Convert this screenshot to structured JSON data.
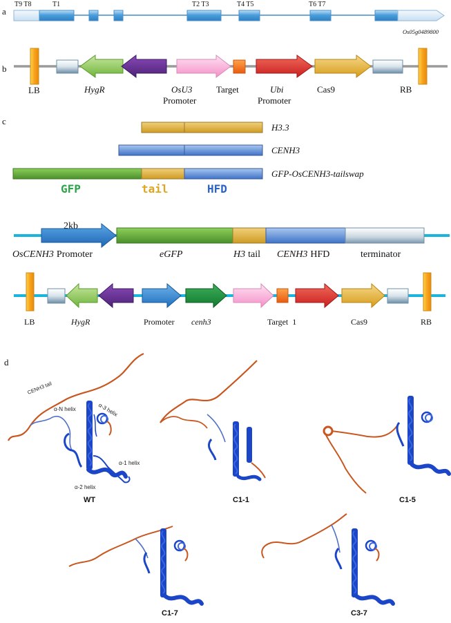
{
  "panels": {
    "a": {
      "letter": "a",
      "target_labels": [
        "T9 T8",
        "T1",
        "T2  T3",
        "T4 T5",
        "T6 T7"
      ],
      "gene_id": "Os05g0489800"
    },
    "b": {
      "letter": "b",
      "labels": {
        "lb": "LB",
        "hygr": "HygR",
        "osu3": "OsU3",
        "promoter1": "Promoter",
        "target": "Target",
        "ubi": "Ubi",
        "promoter2": "Promoter",
        "cas9": "Cas9",
        "rb": "RB"
      }
    },
    "c": {
      "letter": "c",
      "rows": {
        "h33": "H3.3",
        "cenh3": "CENH3",
        "tailswap": "GFP-OsCENH3-tailswap"
      },
      "domains": {
        "gfp": "GFP",
        "tail": "tail",
        "hfd": "HFD"
      },
      "construct": {
        "size": "2kb",
        "promoter_gene": "OsCENH3",
        "promoter_word": "Promoter",
        "egfp": "eGFP",
        "h3": "H3",
        "tail_word": "tail",
        "cenh3": "CENH3",
        "hfd": "HFD",
        "terminator": "terminator"
      },
      "vector": {
        "lb": "LB",
        "hygr": "HygR",
        "promoter": "Promoter",
        "cenh3": "cenh3",
        "target": "Target  1",
        "cas9": "Cas9",
        "rb": "RB"
      }
    },
    "d": {
      "letter": "d",
      "annotations": {
        "tail": "CENH3 tail",
        "n_helix": "α-N helix",
        "h3": "α-3 helix",
        "h1": "α-1 helix",
        "h2": "α-2 helix"
      },
      "structures": [
        "WT",
        "C1-1",
        "C1-5",
        "C1-7",
        "C3-7"
      ]
    }
  },
  "colors": {
    "exon_blue": "#4a9fdc",
    "tail_orange": "#c8561e",
    "helix_blue": "#1c46c8",
    "gfp_green": "#5aa23a",
    "tail_gold": "#e3b23c",
    "hfd_blue": "#4a7fd0",
    "backbone_cyan": "#1ab4dc"
  }
}
